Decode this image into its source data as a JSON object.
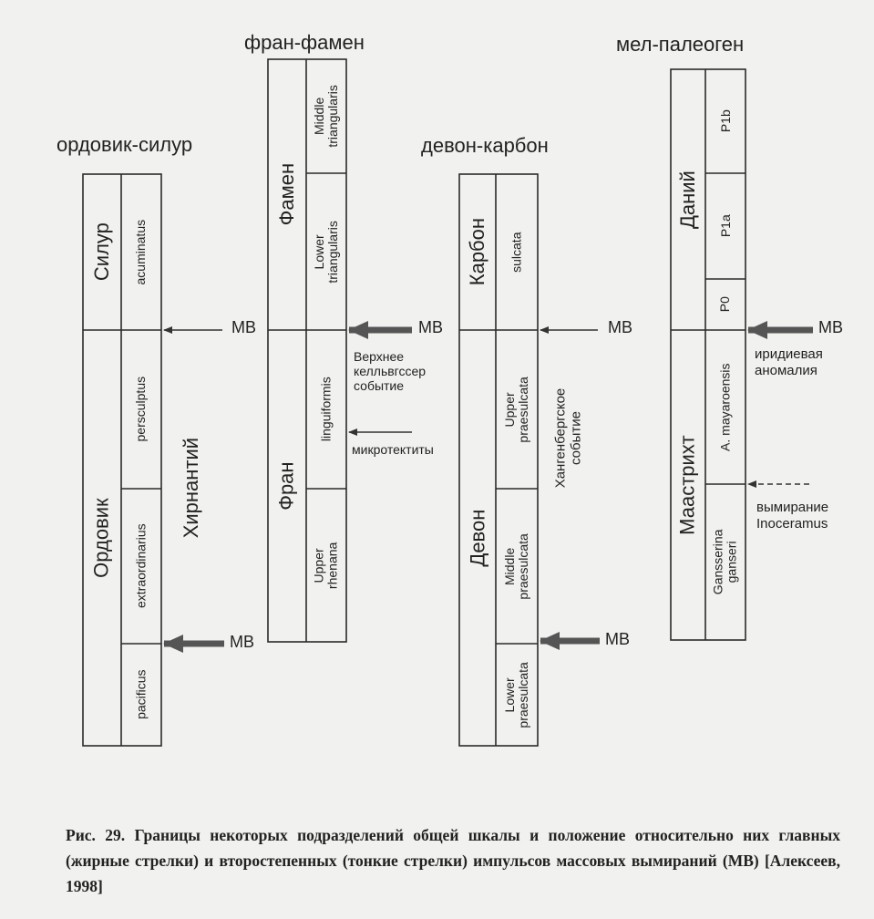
{
  "titles": {
    "ord_sil": "ордовик-силур",
    "fran_famen": "фран-фамен",
    "devon_karbon": "девон-карбон",
    "mel_paleogen": "мел-палеоген"
  },
  "col1": {
    "sys_upper": "Силур",
    "sys_lower": "Ордовик",
    "zones": [
      "acuminatus",
      "persculptus",
      "extraordinarius",
      "pacificus"
    ],
    "side_label": "Хирнантий"
  },
  "col2": {
    "stage_upper": "Фамен",
    "stage_lower": "Фран",
    "zones": [
      "Middle triangularis",
      "Lower triangularis",
      "linguiformis",
      "Upper rhenana"
    ]
  },
  "col3": {
    "sys_upper": "Карбон",
    "sys_lower": "Девон",
    "zones": [
      "sulcata",
      "Upper praesulcata",
      "Middle praesulcata",
      "Lower praesulcata"
    ],
    "side_label": "Хангенбергское событие"
  },
  "col4": {
    "stage_upper": "Даний",
    "stage_lower": "Маастрихт",
    "zones": [
      "P1b",
      "P1a",
      "P0",
      "A. mayaroensis",
      "Gansserina ganseri"
    ]
  },
  "mv_label": "МВ",
  "notes": {
    "kellwasser": [
      "Верхнее",
      "келльвгссер",
      "событие"
    ],
    "microtektites": "микротектиты",
    "iridium": [
      "иридиевая",
      "аномалия"
    ],
    "inoceramus": [
      "вымирание",
      "Inoceramus"
    ]
  },
  "caption": "Рис. 29. Границы некоторых подразделений общей шкалы и положение относительно них главных (жирные стрелки) и второстепенных (тонкие стрелки) импульсов массовых вымираний (МВ) [Алексеев, 1998]"
}
